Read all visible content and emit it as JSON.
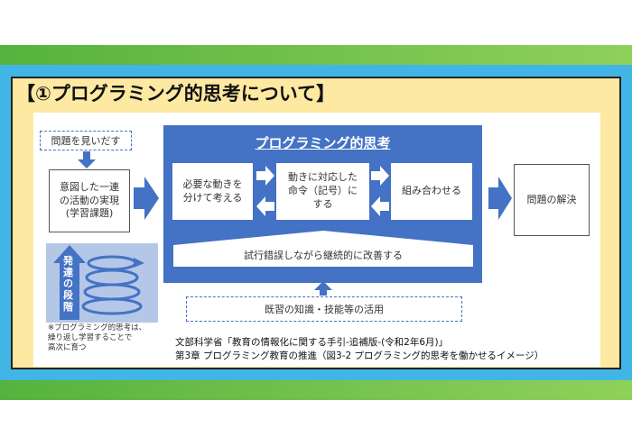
{
  "slide": {
    "title": "【①プログラミング的思考について】"
  },
  "diagram": {
    "find_problem": "問題を見いだす",
    "intended_activity": [
      "意図した一連",
      "の活動の実現",
      "(学習課題)"
    ],
    "core_title": "プログラミング的思考",
    "step1": [
      "必要な動きを",
      "分けて考える"
    ],
    "step2": [
      "動きに対応した",
      "命令（記号）に",
      "する"
    ],
    "step3": "組み合わせる",
    "improve": "試行錯誤しながら継続的に改善する",
    "solution": "問題の解決",
    "prior_knowledge": "既習の知識・技能等の活用",
    "development_label": [
      "発",
      "達",
      "の",
      "段",
      "階"
    ],
    "note": [
      "※プログラミング的思考は、",
      "繰り返し学習することで",
      "高次に育つ"
    ]
  },
  "source": {
    "line1": "文部科学省「教育の情報化に関する手引-追補版-(令和2年6月)」",
    "line2": "第3章  プログラミング教育の推進（図3-2  プログラミング的思考を働かせるイメージ）"
  },
  "colors": {
    "accent_blue": "#4472c4",
    "frame_blue": "#41b6e6",
    "stripe_green": "#56b23e",
    "panel_yellow": "#fde9a1",
    "light_blue": "#b4c7e7"
  }
}
